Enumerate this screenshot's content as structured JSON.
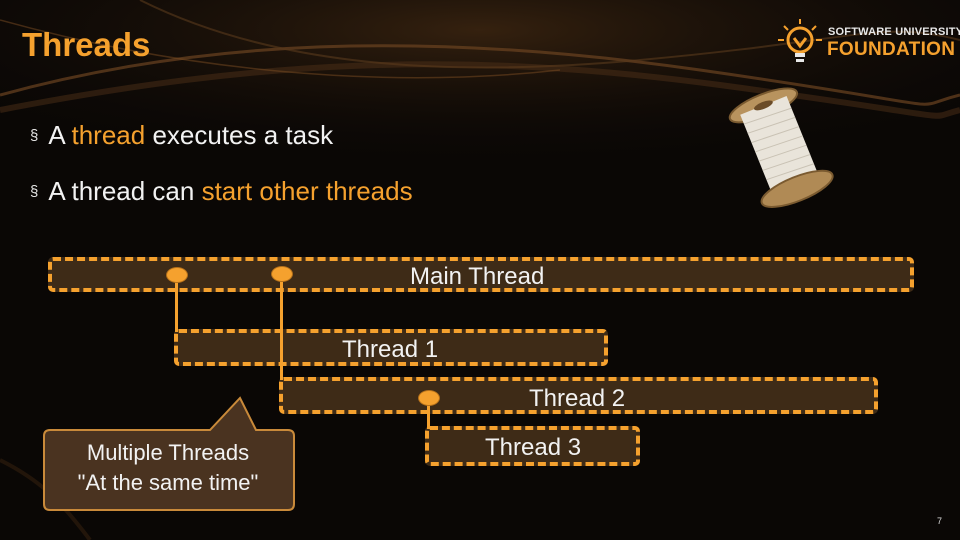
{
  "slide": {
    "title": "Threads",
    "page_number": "7"
  },
  "logo": {
    "line1": "SOFTWARE UNIVERSITY",
    "line2": "FOUNDATION"
  },
  "bullets": [
    {
      "before": "A ",
      "highlight": "thread",
      "after": " executes a task"
    },
    {
      "before": "A thread can ",
      "highlight": "start other threads",
      "after": ""
    }
  ],
  "diagram": {
    "main_thread": "Main Thread",
    "thread1": "Thread 1",
    "thread2": "Thread 2",
    "thread3": "Thread 3",
    "callout_line1": "Multiple Threads",
    "callout_line2": "\"At the same time\""
  },
  "colors": {
    "accent": "#f5a12e",
    "bar_fill": "#3e2b17",
    "callout_fill": "#4a3320",
    "background": "#0a0705"
  }
}
